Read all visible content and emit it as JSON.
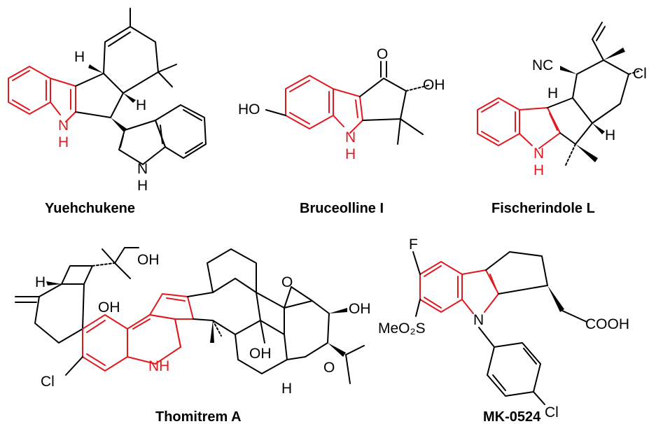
{
  "compounds": [
    {
      "name": "Yuehchukene",
      "atoms": {
        "h1": "H",
        "h2": "H",
        "nh_core": "N",
        "h_core": "H",
        "nh_indole": "N",
        "h_indole": "H"
      }
    },
    {
      "name": "Bruceolline I",
      "atoms": {
        "o_ketone": "O",
        "oh": "OH",
        "ho": "HO",
        "n": "N",
        "h": "H"
      }
    },
    {
      "name": "Fischerindole L",
      "atoms": {
        "nc": "NC",
        "cl": "Cl",
        "h1": "H",
        "h2": "H",
        "n": "N",
        "h3": "H"
      }
    },
    {
      "name": "Thomitrem A",
      "atoms": {
        "oh_top": "OH",
        "h1": "H",
        "oh_mid": "OH",
        "o_epox": "O",
        "oh_right": "OH",
        "oh_low": "OH",
        "o_ring": "O",
        "h_low": "H",
        "cl": "Cl",
        "nh": "NH"
      }
    },
    {
      "name": "MK-0524",
      "atoms": {
        "f": "F",
        "meo2s": "MeO₂S",
        "n": "N",
        "cooh": "COOH",
        "cl": "Cl"
      }
    }
  ],
  "colors": {
    "scaffold": "#e0191f",
    "bonds": "#000000"
  }
}
